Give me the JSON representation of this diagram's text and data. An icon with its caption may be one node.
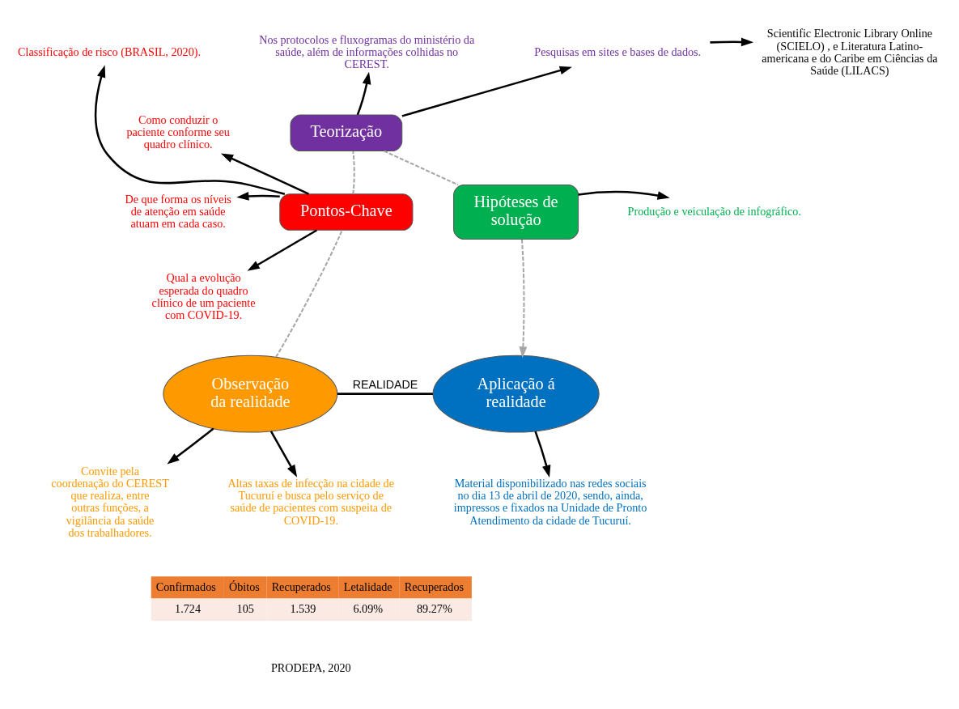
{
  "diagram": {
    "nodes": [
      {
        "text": [
          "Teorização"
        ]
      },
      {
        "text": [
          "Pontos-Chave"
        ]
      },
      {
        "text": [
          "Hipóteses de solução"
        ]
      },
      {
        "text": [
          "Observação da realidade"
        ]
      },
      {
        "text": [
          "Aplicação á realidade"
        ]
      },
      {
        "text": [
          "Nos protocolos e fluxogramas do ministério da saúde, além de informações colhidas no CEREST."
        ]
      },
      {
        "text": [
          "Pesquisas em sites e bases de dados."
        ]
      },
      {
        "text": [
          "Scientific Electronic Library Online (SCIELO) , e Literatura Latino-americana e do Caribe em Ciências da Saúde (LILACS)"
        ]
      },
      {
        "text": [
          "Classificação de risco (BRASIL, 2020)."
        ]
      },
      {
        "text": [
          "Como conduzir o paciente conforme seu quadro clínico."
        ]
      },
      {
        "text": [
          "De que forma os níveis de atenção em saúde atuam em cada caso."
        ]
      },
      {
        "text": [
          "Qual a evolução esperada do quadro clínico de um paciente com COVID-19."
        ]
      },
      {
        "text": [
          "Produção e veiculação de infográfico."
        ]
      },
      {
        "text": [
          "Convite pela coordenação do CEREST que realiza, entre outras funções, a vigilância da saúde dos trabalhadores."
        ]
      },
      {
        "text": [
          "Altas taxas de infecção na cidade de Tucuruí e busca pelo serviço de saúde de pacientes com suspeita de COVID-19."
        ]
      },
      {
        "text": [
          "Material disponibilizado nas redes sociais no dia 13 de abril de 2020, sendo, ainda, impressos e fixados na Unidade de Pronto Atendimento da cidade de Tucuruí."
        ]
      }
    ],
    "edges": [
      {
        "from": 3,
        "to": 1,
        "arrow": "none",
        "style": "dashed",
        "color": "#a6a6a6"
      },
      {
        "from": 1,
        "to": 0,
        "arrow": "none",
        "style": "dashed",
        "color": "#a6a6a6"
      },
      {
        "from": 0,
        "to": 2,
        "arrow": "none",
        "style": "dashed",
        "color": "#a6a6a6"
      },
      {
        "from": 2,
        "to": 4,
        "arrow": "to",
        "style": "dashed",
        "color": "#a6a6a6"
      },
      {
        "from": 3,
        "to": 4,
        "arrow": "none",
        "label": "REALIDADE"
      },
      {
        "from": 0,
        "to": 5,
        "arrow": "to"
      },
      {
        "from": 0,
        "to": 6,
        "arrow": "to"
      },
      {
        "from": 6,
        "to": 7,
        "arrow": "to"
      },
      {
        "from": 1,
        "to": 8,
        "arrow": "to"
      },
      {
        "from": 1,
        "to": 9,
        "arrow": "to"
      },
      {
        "from": 1,
        "to": 10,
        "arrow": "to"
      },
      {
        "from": 1,
        "to": 11,
        "arrow": "to"
      },
      {
        "from": 2,
        "to": 12,
        "arrow": "to"
      },
      {
        "from": 3,
        "to": 13,
        "arrow": "to"
      },
      {
        "from": 3,
        "to": 14,
        "arrow": "to"
      },
      {
        "from": 4,
        "to": 15,
        "arrow": "to"
      }
    ],
    "labels": [
      "Confirmados",
      "Óbitos",
      "Recuperados",
      "Letalidade",
      "Recuperados",
      "1.724",
      "105",
      "1.539",
      "6.09%",
      "89.27%",
      "PRODEPA, 2020"
    ]
  }
}
